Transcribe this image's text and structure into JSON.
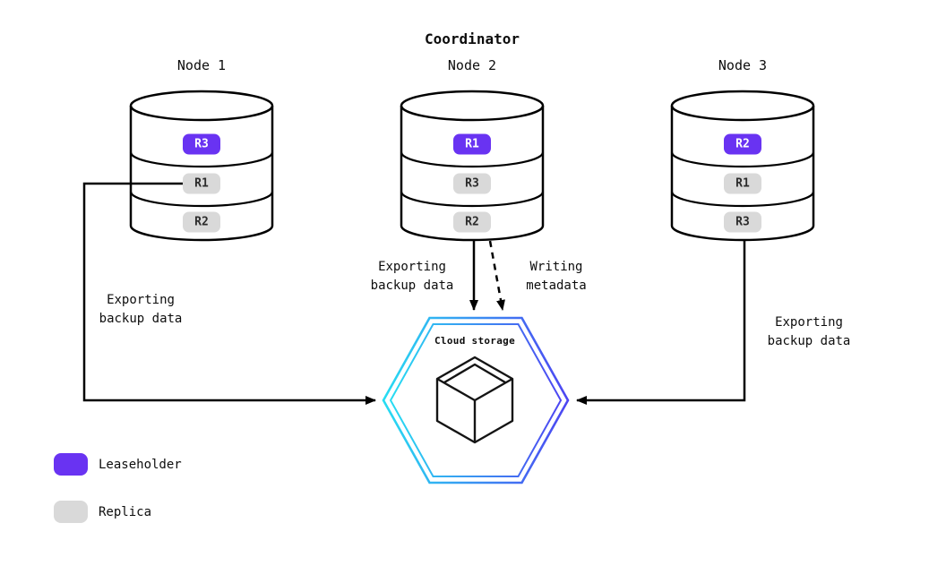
{
  "title": "Coordinator",
  "nodes": [
    {
      "label": "Node 1",
      "ranges": [
        {
          "id": "R3",
          "role": "leaseholder"
        },
        {
          "id": "R1",
          "role": "replica"
        },
        {
          "id": "R2",
          "role": "replica"
        }
      ]
    },
    {
      "label": "Node 2",
      "ranges": [
        {
          "id": "R1",
          "role": "leaseholder"
        },
        {
          "id": "R3",
          "role": "replica"
        },
        {
          "id": "R2",
          "role": "replica"
        }
      ]
    },
    {
      "label": "Node 3",
      "ranges": [
        {
          "id": "R2",
          "role": "leaseholder"
        },
        {
          "id": "R1",
          "role": "replica"
        },
        {
          "id": "R3",
          "role": "replica"
        }
      ]
    }
  ],
  "cloud_storage": {
    "label": "Cloud storage"
  },
  "edge_labels": {
    "node1_export": "Exporting\nbackup data",
    "node2_export": "Exporting\nbackup data",
    "node2_metadata": "Writing\nmetadata",
    "node3_export": "Exporting\nbackup data"
  },
  "legend": [
    {
      "label": "Leaseholder",
      "role": "leaseholder"
    },
    {
      "label": "Replica",
      "role": "replica"
    }
  ],
  "colors": {
    "leaseholder": "#6933f2",
    "replica": "#d9d9d9",
    "hex_gradient_start": "#27ddf2",
    "hex_gradient_end": "#4d45f2",
    "arrow": "#000000"
  }
}
